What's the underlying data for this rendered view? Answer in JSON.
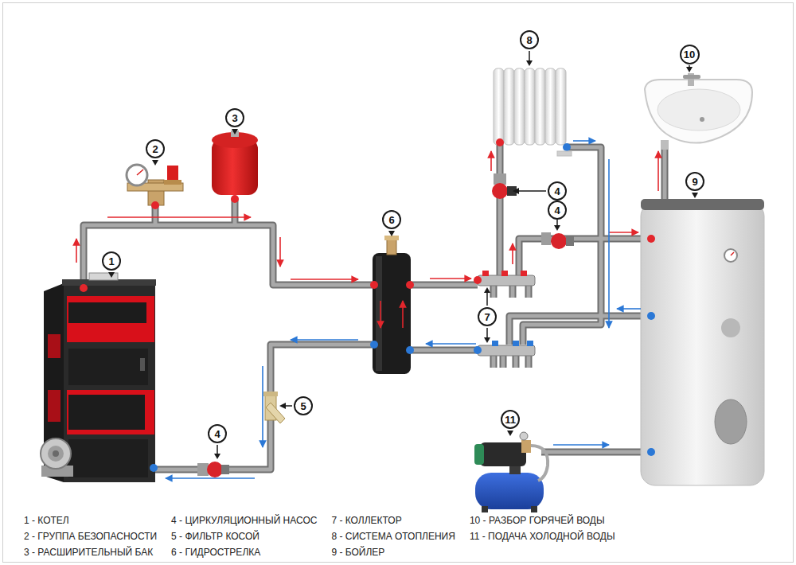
{
  "diagram": {
    "nodes": [
      {
        "text": [
          "8"
        ]
      },
      {
        "text": [
          "10"
        ]
      },
      {
        "text": [
          "3"
        ]
      },
      {
        "text": [
          "2"
        ]
      },
      {
        "text": [
          "9"
        ]
      },
      {
        "text": [
          "4"
        ]
      },
      {
        "text": [
          "6"
        ]
      },
      {
        "text": [
          "4"
        ]
      },
      {
        "text": [
          "1"
        ]
      },
      {
        "text": [
          "7"
        ]
      },
      {
        "text": [
          "5"
        ]
      },
      {
        "text": [
          "11"
        ]
      },
      {
        "text": [
          "4"
        ]
      }
    ],
    "legend": [
      {
        "text": "1 - КОТЕЛ"
      },
      {
        "text": "2 - ГРУППА БЕЗОПАСНОСТИ"
      },
      {
        "text": "3 - РАСШИРИТЕЛЬНЫЙ БАК"
      },
      {
        "text": "4 - ЦИРКУЛЯЦИОННЫЙ НАСОС"
      },
      {
        "text": "5 - ФИЛЬТР КОСОЙ"
      },
      {
        "text": "6 - ГИДРОСТРЕЛКА"
      },
      {
        "text": "7 - КОЛЛЕКТОР"
      },
      {
        "text": "8 - СИСТЕМА ОТОПЛЕНИЯ"
      },
      {
        "text": "9 - БОЙЛЕР"
      },
      {
        "text": "10 - РАЗБОР ГОРЯЧЕЙ ВОДЫ"
      },
      {
        "text": "11 - ПОДАЧА ХОЛОДНОЙ ВОДЫ"
      }
    ]
  }
}
